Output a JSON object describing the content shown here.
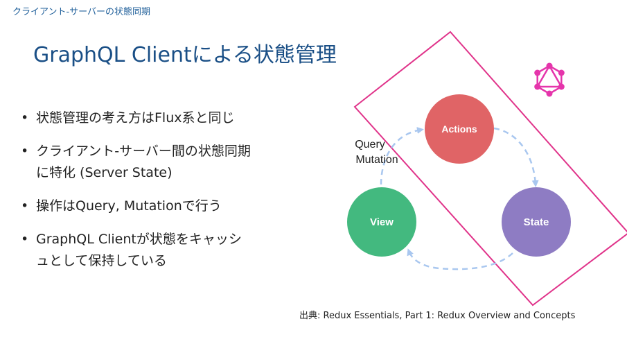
{
  "header": {
    "section_label": "クライアント-サーバーの状態同期",
    "title": "GraphQL Clientによる状態管理"
  },
  "bullets": [
    {
      "lines": [
        "状態管理の考え方はFlux系と同じ"
      ]
    },
    {
      "lines": [
        "クライアント-サーバー間の状態同期",
        "に特化 (Server State)"
      ]
    },
    {
      "lines": [
        "操作はQuery, Mutationで行う"
      ]
    },
    {
      "lines": [
        "GraphQL Clientが状態をキャッシ",
        "ュとして保持している"
      ]
    }
  ],
  "bullet_symbol": "•",
  "diagram": {
    "nodes": {
      "actions": {
        "label": "Actions",
        "color": "#e06466"
      },
      "state": {
        "label": "State",
        "color": "#8e7cc3"
      },
      "view": {
        "label": "View",
        "color": "#43b97f"
      }
    },
    "edge_label_line1": "Query",
    "edge_label_line2": "Mutation",
    "arrow_color": "#a9c7ef",
    "frame_color": "#e0338a",
    "logo_color": "#e535ab",
    "logo_icon": "graphql-logo"
  },
  "citation": "出典: Redux Essentials, Part 1: Redux Overview and Concepts"
}
